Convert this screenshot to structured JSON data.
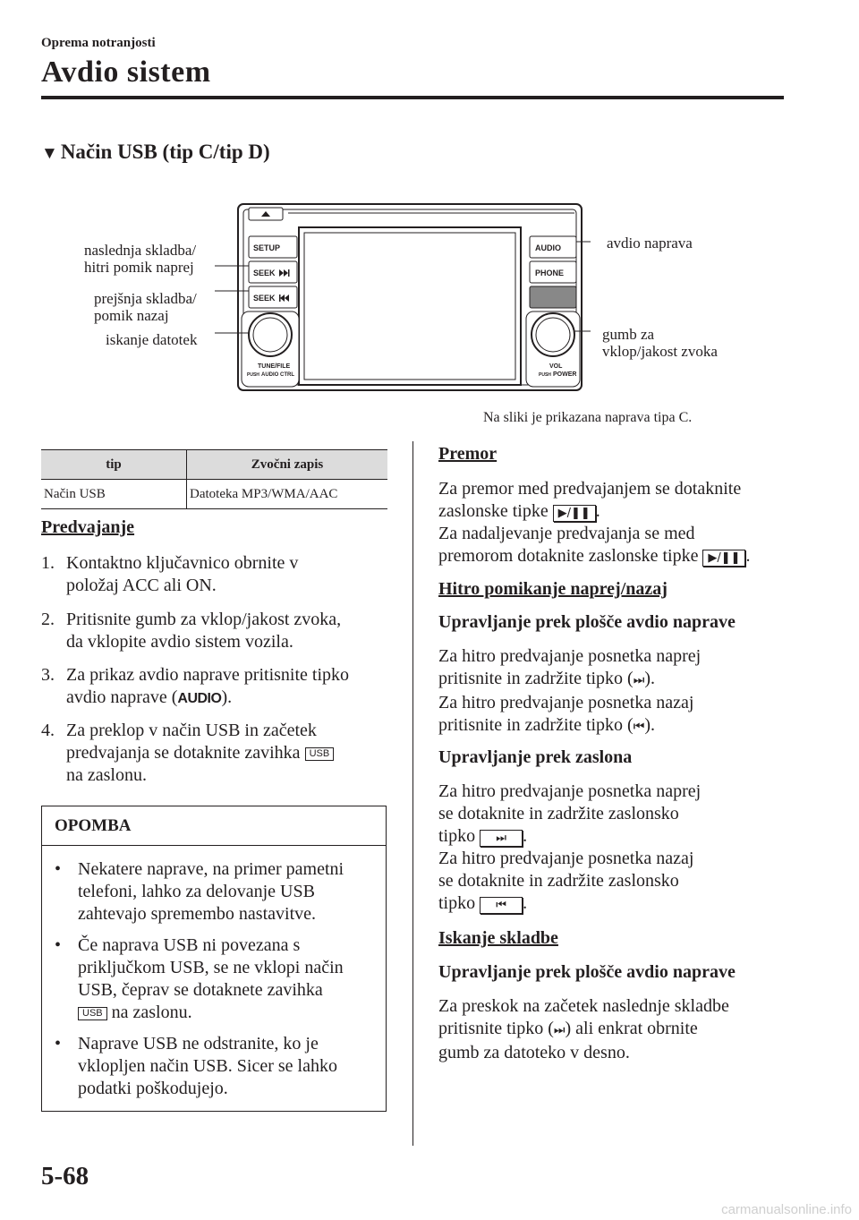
{
  "header": {
    "section": "Oprema notranjosti",
    "title": "Avdio sistem"
  },
  "section_title": "Način USB (tip C/tip D)",
  "figure": {
    "labels": {
      "next_track": "naslednja skladba/",
      "next_track_2": "hitri pomik naprej",
      "prev_track": "prejšnja skladba/",
      "prev_track_2": "pomik nazaj",
      "file_search": "iskanje datotek",
      "audio_unit": "avdio naprava",
      "power_volume": "gumb za",
      "power_volume_2": "vklop/jakost zvoka"
    },
    "buttons": {
      "setup": "SETUP",
      "seek_fwd": "SEEK",
      "seek_back": "SEEK",
      "audio": "AUDIO",
      "phone": "PHONE",
      "tune_file": "TUNE/FILE",
      "audio_ctrl": "AUDIO CTRL",
      "push_left": "PUSH",
      "vol": "VOL",
      "push_right": "PUSH",
      "power": "POWER"
    },
    "caption": "Na sliki je prikazana naprava tipa C."
  },
  "table": {
    "headers": [
      "tip",
      "Zvočni zapis"
    ],
    "rows": [
      [
        "Način USB",
        "Datoteka MP3/WMA/AAC"
      ]
    ]
  },
  "playback": {
    "heading": "Predvajanje",
    "steps": [
      {
        "num": "1.",
        "line1": "Kontaktno ključavnico obrnite v",
        "line2": "položaj ACC ali ON."
      },
      {
        "num": "2.",
        "line1": "Pritisnite gumb za vklop/jakost zvoka,",
        "line2": "da vklopite avdio sistem vozila."
      },
      {
        "num": "3.",
        "line1": "Za prikaz avdio naprave pritisnite tipko",
        "line2a": "avdio naprave (",
        "line2b": ")."
      },
      {
        "num": "4.",
        "line1a": "Za preklop v način USB in začetek",
        "line1b": "predvajanja se dotaknite zavihka",
        "line2": "na zaslonu."
      }
    ],
    "audio_key": "AUDIO",
    "usb_tab": "USB"
  },
  "note": {
    "heading": "OPOMBA",
    "bullet": "•",
    "items": [
      {
        "l1": "Nekatere naprave, na primer pametni",
        "l2": "telefoni, lahko za delovanje USB",
        "l3": "zahtevajo spremembo nastavitve."
      },
      {
        "l1": "Če naprava USB ni povezana s",
        "l2": "priključkom USB, se ne vklopi način",
        "l3": "USB, čeprav se dotaknete zavihka",
        "l4": "na zaslonu."
      },
      {
        "l1": "Naprave USB ne odstranite, ko je",
        "l2": "vklopljen način USB. Sicer se lahko",
        "l3": "podatki poškodujejo."
      }
    ]
  },
  "pause": {
    "heading": "Premor",
    "l1": "Za premor med predvajanjem se dotaknite",
    "l2a": "zaslonske tipke",
    "l2b": ".",
    "l3": "Za nadaljevanje predvajanja se med",
    "l4a": "premorom dotaknite zaslonske tipke",
    "l4b": "."
  },
  "ff_rew": {
    "heading": "Hitro pomikanje naprej/nazaj",
    "panel_heading": "Upravljanje prek plošče avdio naprave",
    "p1": "Za hitro predvajanje posnetka naprej",
    "p2a": "pritisnite in zadržite tipko (",
    "p2b": ").",
    "p3": "Za hitro predvajanje posnetka nazaj",
    "p4a": "pritisnite in zadržite tipko (",
    "p4b": ").",
    "screen_heading": "Upravljanje prek zaslona",
    "s1": "Za hitro predvajanje posnetka naprej",
    "s2": "se dotaknite in zadržite zaslonsko",
    "s3a": "tipko",
    "s3b": ".",
    "s4": "Za hitro predvajanje posnetka nazaj",
    "s5": "se dotaknite in zadržite zaslonsko",
    "s6a": "tipko",
    "s6b": "."
  },
  "track_search": {
    "heading": "Iskanje skladbe",
    "panel_heading": "Upravljanje prek plošče avdio naprave",
    "t1": "Za preskok na začetek naslednje skladbe",
    "t2a": "pritisnite tipko (",
    "t2b": ") ali enkrat obrnite",
    "t3": "gumb za datoteko v desno."
  },
  "footer": {
    "page_number": "5-68",
    "watermark": "carmanualsonline.info"
  }
}
